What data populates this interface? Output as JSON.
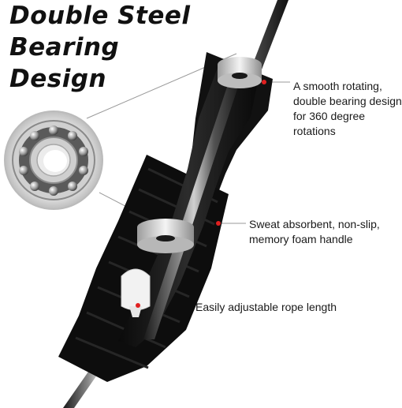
{
  "headline": {
    "line1": "Double Steel",
    "line2": "Bearing",
    "line3": "Design"
  },
  "callouts": {
    "bearing": [
      "A smooth rotating,",
      "double bearing design",
      "for 360 degree",
      "rotations"
    ],
    "foam": [
      "Sweat absorbent, non-slip,",
      "memory foam handle"
    ],
    "rope": [
      "Easily adjustable rope length"
    ]
  },
  "colors": {
    "accent_dots": "#e02020",
    "handle_dark": "#0d0d0d",
    "steel": "#c9c9c9"
  }
}
